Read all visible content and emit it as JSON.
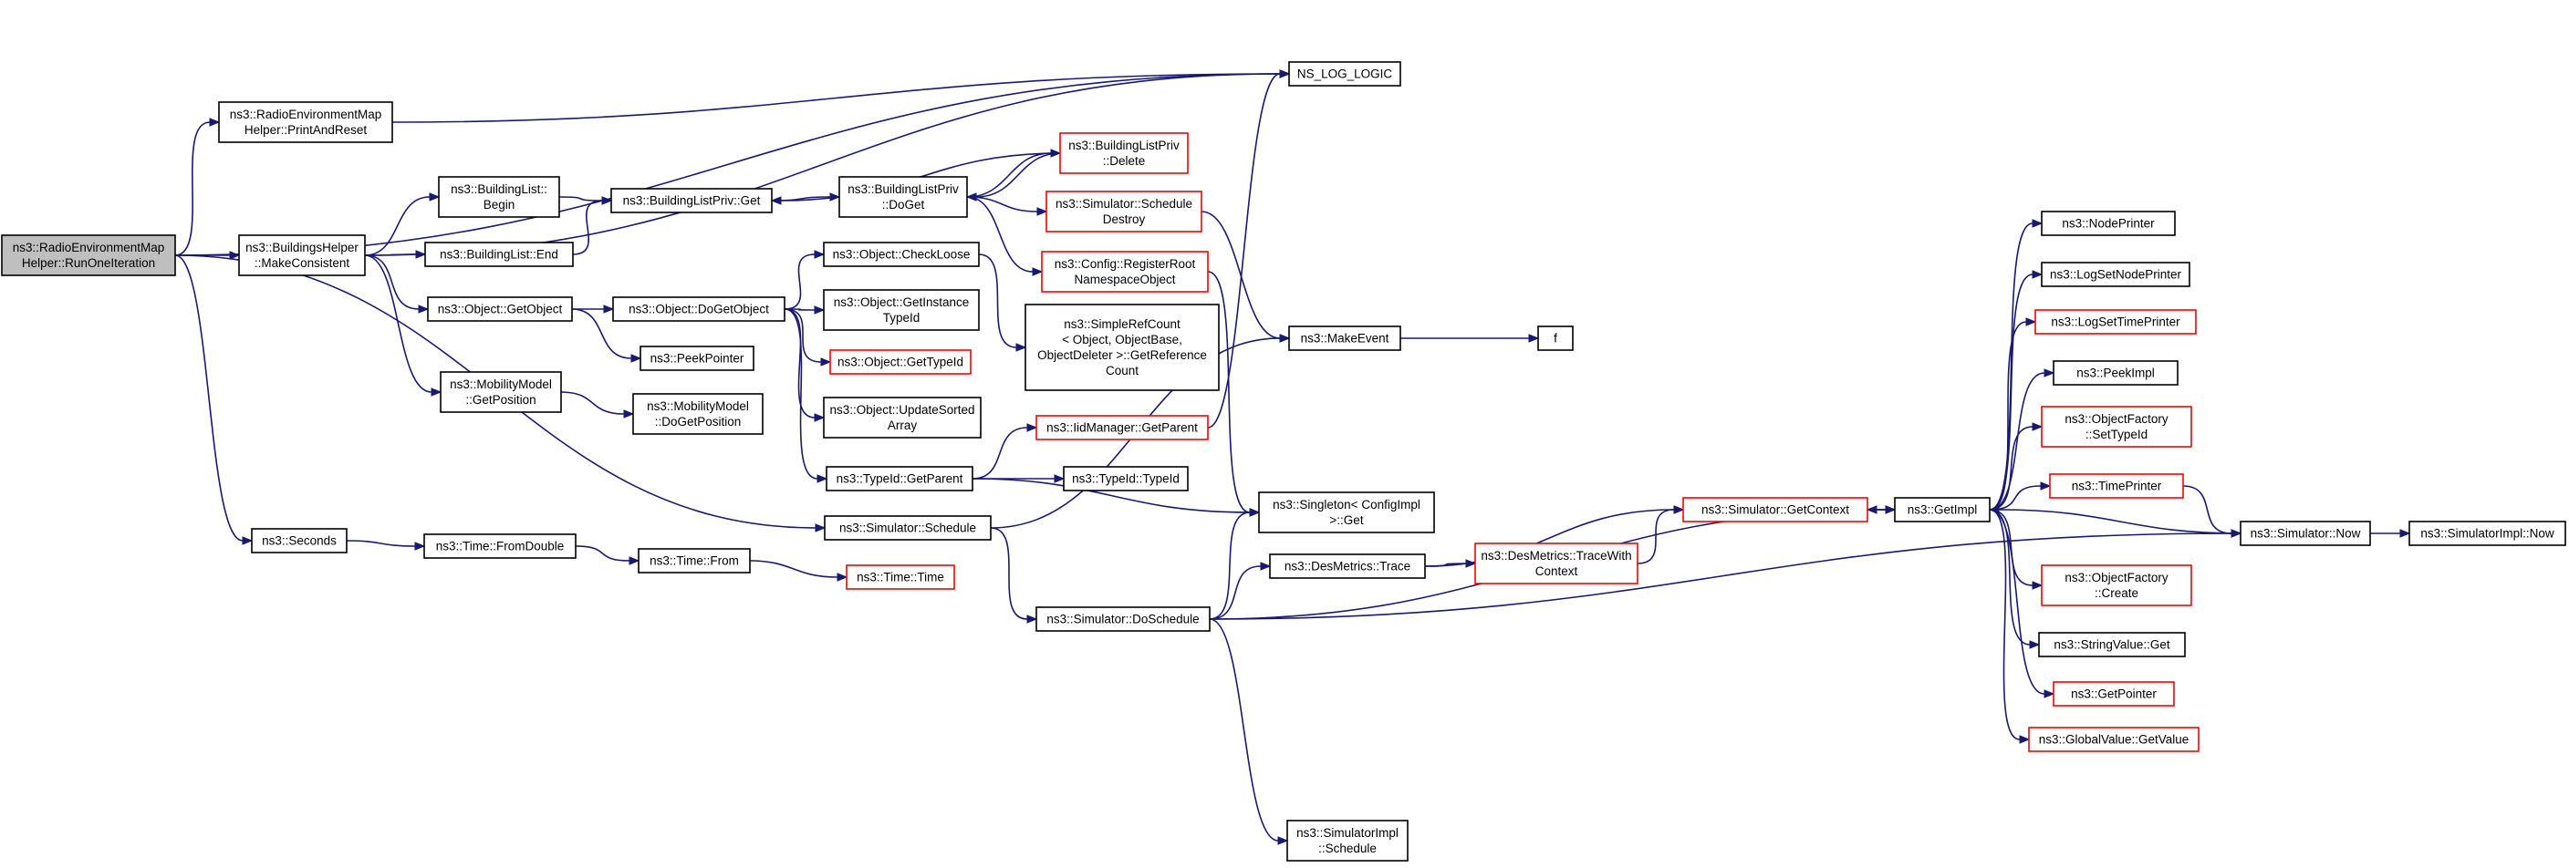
{
  "colors": {
    "edge": "#191970",
    "root_fill": "#bfbfbf",
    "node_border": "#000000",
    "truncated_border": "#ff0000"
  },
  "nodes": {
    "n0": {
      "lines": [
        "ns3::RadioEnvironmentMap",
        "Helper::RunOneIteration"
      ],
      "style": "root"
    },
    "n1": {
      "lines": [
        "NS_LOG_LOGIC"
      ],
      "style": "normal"
    },
    "n2": {
      "lines": [
        "ns3::RadioEnvironmentMap",
        "Helper::PrintAndReset"
      ],
      "style": "normal"
    },
    "n3": {
      "lines": [
        "ns3::BuildingsHelper",
        "::MakeConsistent"
      ],
      "style": "normal"
    },
    "n4": {
      "lines": [
        "ns3::BuildingList::",
        "Begin"
      ],
      "style": "normal"
    },
    "n5": {
      "lines": [
        "ns3::BuildingList::End"
      ],
      "style": "normal"
    },
    "n6": {
      "lines": [
        "ns3::BuildingListPriv::Get"
      ],
      "style": "normal"
    },
    "n7": {
      "lines": [
        "ns3::BuildingListPriv",
        "::DoGet"
      ],
      "style": "normal"
    },
    "n8": {
      "lines": [
        "ns3::BuildingListPriv",
        "::Delete"
      ],
      "style": "red"
    },
    "n9": {
      "lines": [
        "ns3::Simulator::Schedule",
        "Destroy"
      ],
      "style": "red"
    },
    "n10": {
      "lines": [
        "ns3::Config::RegisterRoot",
        "NamespaceObject"
      ],
      "style": "red"
    },
    "n11": {
      "lines": [
        "ns3::Object::GetObject"
      ],
      "style": "normal"
    },
    "n12": {
      "lines": [
        "ns3::Object::DoGetObject"
      ],
      "style": "normal"
    },
    "n13": {
      "lines": [
        "ns3::Object::CheckLoose"
      ],
      "style": "normal"
    },
    "n14": {
      "lines": [
        "ns3::Object::GetInstance",
        "TypeId"
      ],
      "style": "normal"
    },
    "n15": {
      "lines": [
        "ns3::Object::GetTypeId"
      ],
      "style": "red"
    },
    "n16": {
      "lines": [
        "ns3::Object::UpdateSorted",
        "Array"
      ],
      "style": "normal"
    },
    "n17": {
      "lines": [
        "ns3::SimpleRefCount",
        "< Object, ObjectBase,",
        "ObjectDeleter >::GetReference",
        "Count"
      ],
      "style": "normal"
    },
    "n18": {
      "lines": [
        "ns3::PeekPointer"
      ],
      "style": "normal"
    },
    "n19": {
      "lines": [
        "ns3::MobilityModel",
        "::GetPosition"
      ],
      "style": "normal"
    },
    "n20": {
      "lines": [
        "ns3::MobilityModel",
        "::DoGetPosition"
      ],
      "style": "normal"
    },
    "n21": {
      "lines": [
        "ns3::IidManager::GetParent"
      ],
      "style": "red"
    },
    "n22": {
      "lines": [
        "ns3::TypeId::GetParent"
      ],
      "style": "normal"
    },
    "n23": {
      "lines": [
        "ns3::TypeId::TypeId"
      ],
      "style": "normal"
    },
    "n24": {
      "lines": [
        "ns3::MakeEvent"
      ],
      "style": "normal"
    },
    "n25": {
      "lines": [
        "f"
      ],
      "style": "normal"
    },
    "n26": {
      "lines": [
        "ns3::Singleton< ConfigImpl",
        ">::Get"
      ],
      "style": "normal"
    },
    "n27": {
      "lines": [
        "ns3::Simulator::Schedule"
      ],
      "style": "normal"
    },
    "n28": {
      "lines": [
        "ns3::Seconds"
      ],
      "style": "normal"
    },
    "n29": {
      "lines": [
        "ns3::Time::FromDouble"
      ],
      "style": "normal"
    },
    "n30": {
      "lines": [
        "ns3::Time::From"
      ],
      "style": "normal"
    },
    "n31": {
      "lines": [
        "ns3::Time::Time"
      ],
      "style": "red"
    },
    "n32": {
      "lines": [
        "ns3::Simulator::DoSchedule"
      ],
      "style": "normal"
    },
    "n33": {
      "lines": [
        "ns3::DesMetrics::Trace"
      ],
      "style": "normal"
    },
    "n34": {
      "lines": [
        "ns3::DesMetrics::TraceWith",
        "Context"
      ],
      "style": "red"
    },
    "n35": {
      "lines": [
        "ns3::Simulator::GetContext"
      ],
      "style": "red"
    },
    "n36": {
      "lines": [
        "ns3::SimulatorImpl",
        "::Schedule"
      ],
      "style": "normal"
    },
    "n37": {
      "lines": [
        "ns3::GetImpl"
      ],
      "style": "normal"
    },
    "n38": {
      "lines": [
        "ns3::NodePrinter"
      ],
      "style": "normal"
    },
    "n39": {
      "lines": [
        "ns3::LogSetNodePrinter"
      ],
      "style": "normal"
    },
    "n40": {
      "lines": [
        "ns3::LogSetTimePrinter"
      ],
      "style": "red"
    },
    "n41": {
      "lines": [
        "ns3::PeekImpl"
      ],
      "style": "normal"
    },
    "n42": {
      "lines": [
        "ns3::ObjectFactory",
        "::SetTypeId"
      ],
      "style": "red"
    },
    "n43": {
      "lines": [
        "ns3::TimePrinter"
      ],
      "style": "red"
    },
    "n44": {
      "lines": [
        "ns3::ObjectFactory",
        "::Create"
      ],
      "style": "red"
    },
    "n45": {
      "lines": [
        "ns3::StringValue::Get"
      ],
      "style": "normal"
    },
    "n46": {
      "lines": [
        "ns3::GetPointer"
      ],
      "style": "red"
    },
    "n47": {
      "lines": [
        "ns3::GlobalValue::GetValue"
      ],
      "style": "red"
    },
    "n48": {
      "lines": [
        "ns3::Simulator::Now"
      ],
      "style": "normal"
    },
    "n49": {
      "lines": [
        "ns3::SimulatorImpl::Now"
      ],
      "style": "normal"
    }
  },
  "edges": [
    [
      "n0",
      "n1"
    ],
    [
      "n0",
      "n2"
    ],
    [
      "n0",
      "n3"
    ],
    [
      "n0",
      "n27"
    ],
    [
      "n0",
      "n28"
    ],
    [
      "n2",
      "n1"
    ],
    [
      "n3",
      "n1"
    ],
    [
      "n3",
      "n4"
    ],
    [
      "n3",
      "n5"
    ],
    [
      "n3",
      "n11"
    ],
    [
      "n3",
      "n19"
    ],
    [
      "n4",
      "n6"
    ],
    [
      "n5",
      "n6"
    ],
    [
      "n6",
      "n7"
    ],
    [
      "n7",
      "n8"
    ],
    [
      "n7",
      "n9"
    ],
    [
      "n7",
      "n10"
    ],
    [
      "n8",
      "n6"
    ],
    [
      "n8",
      "n7"
    ],
    [
      "n9",
      "n24"
    ],
    [
      "n10",
      "n26"
    ],
    [
      "n11",
      "n12"
    ],
    [
      "n11",
      "n18"
    ],
    [
      "n12",
      "n13"
    ],
    [
      "n12",
      "n14"
    ],
    [
      "n12",
      "n15"
    ],
    [
      "n12",
      "n16"
    ],
    [
      "n12",
      "n22"
    ],
    [
      "n13",
      "n17"
    ],
    [
      "n19",
      "n20"
    ],
    [
      "n21",
      "n1"
    ],
    [
      "n22",
      "n21"
    ],
    [
      "n22",
      "n23"
    ],
    [
      "n22",
      "n26"
    ],
    [
      "n24",
      "n25"
    ],
    [
      "n27",
      "n24"
    ],
    [
      "n27",
      "n32"
    ],
    [
      "n28",
      "n29"
    ],
    [
      "n29",
      "n30"
    ],
    [
      "n30",
      "n31"
    ],
    [
      "n32",
      "n26"
    ],
    [
      "n32",
      "n33"
    ],
    [
      "n32",
      "n36"
    ],
    [
      "n32",
      "n37"
    ],
    [
      "n32",
      "n48"
    ],
    [
      "n33",
      "n34"
    ],
    [
      "n33",
      "n35"
    ],
    [
      "n34",
      "n35"
    ],
    [
      "n35",
      "n37"
    ],
    [
      "n37",
      "n35"
    ],
    [
      "n37",
      "n38"
    ],
    [
      "n37",
      "n39"
    ],
    [
      "n37",
      "n40"
    ],
    [
      "n37",
      "n41"
    ],
    [
      "n37",
      "n42"
    ],
    [
      "n37",
      "n43"
    ],
    [
      "n37",
      "n44"
    ],
    [
      "n37",
      "n45"
    ],
    [
      "n37",
      "n46"
    ],
    [
      "n37",
      "n47"
    ],
    [
      "n43",
      "n48"
    ],
    [
      "n48",
      "n37"
    ],
    [
      "n48",
      "n49"
    ]
  ]
}
